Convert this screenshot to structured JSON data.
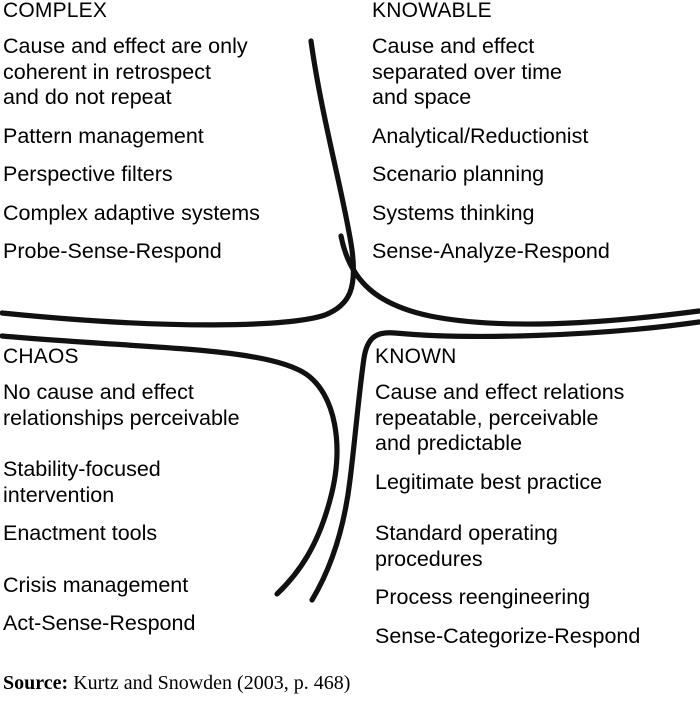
{
  "figure": {
    "type": "diagram",
    "name": "Cynefin framework quadrants",
    "line_color": "#111111",
    "background_color": "#ffffff",
    "text_color": "#000000"
  },
  "quadrants": {
    "complex": {
      "title": "COMPLEX",
      "blocks": [
        {
          "gap": "normal",
          "lines": [
            "Cause and effect are only",
            "coherent in retrospect",
            "and do not repeat"
          ]
        },
        {
          "gap": "normal",
          "lines": [
            "Pattern management"
          ]
        },
        {
          "gap": "normal",
          "lines": [
            "Perspective filters"
          ]
        },
        {
          "gap": "normal",
          "lines": [
            "Complex adaptive systems"
          ]
        },
        {
          "gap": "normal",
          "lines": [
            "Probe-Sense-Respond"
          ]
        }
      ]
    },
    "knowable": {
      "title": "KNOWABLE",
      "blocks": [
        {
          "gap": "normal",
          "lines": [
            "Cause and effect",
            "separated over time",
            "and space"
          ]
        },
        {
          "gap": "normal",
          "lines": [
            "Analytical/Reductionist"
          ]
        },
        {
          "gap": "normal",
          "lines": [
            "Scenario planning"
          ]
        },
        {
          "gap": "normal",
          "lines": [
            "Systems thinking"
          ]
        },
        {
          "gap": "normal",
          "lines": [
            "Sense-Analyze-Respond"
          ]
        }
      ]
    },
    "chaos": {
      "title": "CHAOS",
      "blocks": [
        {
          "gap": "tight",
          "lines": [
            "No cause and effect",
            "relationships perceivable"
          ]
        },
        {
          "gap": "big",
          "lines": [
            "Stability-focused",
            "intervention"
          ]
        },
        {
          "gap": "normal",
          "lines": [
            "Enactment tools"
          ]
        },
        {
          "gap": "big",
          "lines": [
            "Crisis management"
          ]
        },
        {
          "gap": "normal",
          "lines": [
            "Act-Sense-Respond"
          ]
        }
      ]
    },
    "known": {
      "title": "KNOWN",
      "blocks": [
        {
          "gap": "normal",
          "lines": [
            "Cause and effect relations",
            "repeatable, perceivable",
            "and predictable"
          ]
        },
        {
          "gap": "normal",
          "lines": [
            "Legitimate best practice"
          ]
        },
        {
          "gap": "big",
          "lines": [
            "Standard operating",
            "procedures"
          ]
        },
        {
          "gap": "normal",
          "lines": [
            "Process reengineering"
          ]
        },
        {
          "gap": "normal",
          "lines": [
            "Sense-Categorize-Respond"
          ]
        }
      ]
    }
  },
  "source": {
    "label": "Source:",
    "citation": " Kurtz and Snowden (2003, p. 468)"
  }
}
